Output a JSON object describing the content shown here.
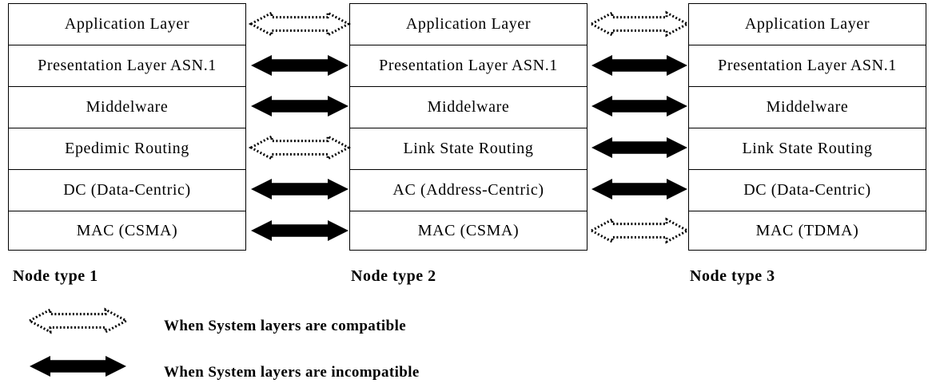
{
  "nodes": [
    {
      "label": "Node type 1",
      "layers": [
        "Application Layer",
        "Presentation Layer ASN.1",
        "Middelware",
        "Epedimic Routing",
        "DC (Data-Centric)",
        "MAC (CSMA)"
      ]
    },
    {
      "label": "Node type 2",
      "layers": [
        "Application Layer",
        "Presentation Layer ASN.1",
        "Middelware",
        "Link State Routing",
        "AC (Address-Centric)",
        "MAC (CSMA)"
      ]
    },
    {
      "label": "Node type 3",
      "layers": [
        "Application Layer",
        "Presentation Layer ASN.1",
        "Middelware",
        "Link State Routing",
        "DC (Data-Centric)",
        "MAC (TDMA)"
      ]
    }
  ],
  "links_1_2": [
    "compatible",
    "incompatible",
    "incompatible",
    "compatible",
    "incompatible",
    "incompatible"
  ],
  "links_2_3": [
    "compatible",
    "incompatible",
    "incompatible",
    "incompatible",
    "incompatible",
    "compatible"
  ],
  "legend": {
    "compatible": "When System layers are compatible",
    "incompatible": "When System layers are incompatible"
  },
  "colors": {
    "line": "#000000",
    "background": "#ffffff"
  }
}
